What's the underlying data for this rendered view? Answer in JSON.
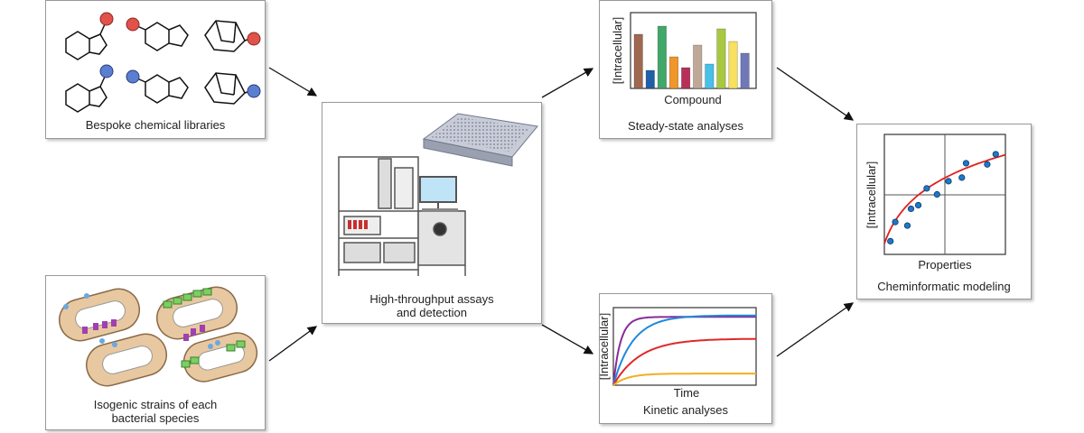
{
  "panels": {
    "chemical_libraries": {
      "caption": "Bespoke chemical libraries"
    },
    "bacterial_strains": {
      "caption_line1": "Isogenic strains of each",
      "caption_line2": "bacterial species"
    },
    "assays": {
      "caption_line1": "High-throughput assays",
      "caption_line2": "and detection"
    },
    "steady_state": {
      "caption": "Steady-state analyses"
    },
    "kinetic": {
      "caption": "Kinetic analyses"
    },
    "modeling": {
      "caption": "Cheminformatic modeling"
    }
  },
  "colors": {
    "red_ball": "#e0524a",
    "blue_ball": "#5b7fd0",
    "curve": "#e02020",
    "point": "#1f78c8"
  },
  "chart_data": [
    {
      "type": "bar",
      "title": "Steady-state analyses",
      "xlabel": "Compound",
      "ylabel": "[Intracellular]",
      "values": [
        60,
        20,
        69,
        35,
        23,
        48,
        27,
        66,
        52,
        39
      ],
      "colors": [
        "#a06850",
        "#2060a8",
        "#40a868",
        "#f0962a",
        "#b8305a",
        "#c0a898",
        "#48c0e8",
        "#a8c840",
        "#f8e060",
        "#7078b8"
      ],
      "ylim": [
        0,
        84
      ]
    },
    {
      "type": "line",
      "title": "Kinetic analyses",
      "xlabel": "Time",
      "ylabel": "[Intracellular]",
      "series": [
        {
          "name": "purple",
          "color": "#8a2a9a",
          "plateau": 88,
          "rate": 6
        },
        {
          "name": "blue",
          "color": "#1f8ad8",
          "plateau": 90,
          "rate": 2.2
        },
        {
          "name": "red",
          "color": "#e02828",
          "plateau": 60,
          "rate": 1.6
        },
        {
          "name": "yellow",
          "color": "#f0b020",
          "plateau": 15,
          "rate": 3
        }
      ],
      "xlim": [
        0,
        10
      ],
      "ylim": [
        0,
        100
      ]
    },
    {
      "type": "scatter",
      "title": "Cheminformatic modeling",
      "xlabel": "Properties",
      "ylabel": "[Intracellular]",
      "points": [
        [
          0.5,
          1.1
        ],
        [
          0.9,
          2.7
        ],
        [
          1.9,
          2.4
        ],
        [
          2.2,
          3.8
        ],
        [
          2.8,
          4.1
        ],
        [
          3.5,
          5.5
        ],
        [
          4.35,
          5.0
        ],
        [
          5.3,
          6.1
        ],
        [
          6.4,
          6.4
        ],
        [
          6.75,
          7.6
        ],
        [
          8.5,
          7.5
        ],
        [
          9.2,
          8.35
        ]
      ],
      "fit": "logarithmic",
      "xlim": [
        0,
        10
      ],
      "ylim": [
        0,
        10
      ],
      "quadrant_lines": true
    }
  ]
}
